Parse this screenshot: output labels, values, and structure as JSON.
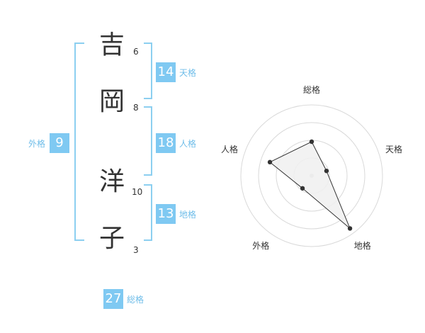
{
  "name_chars": [
    {
      "char": "吉",
      "strokes": "6"
    },
    {
      "char": "岡",
      "strokes": "8"
    },
    {
      "char": "洋",
      "strokes": "10"
    },
    {
      "char": "子",
      "strokes": "3"
    }
  ],
  "kaku": {
    "tenkaku": {
      "value": "14",
      "label": "天格"
    },
    "jinkaku": {
      "value": "18",
      "label": "人格"
    },
    "chikaku": {
      "value": "13",
      "label": "地格"
    },
    "gaikaku": {
      "value": "9",
      "label": "外格"
    },
    "soukaku": {
      "value": "27",
      "label": "総格"
    }
  },
  "colors": {
    "accent": "#7fc9f2",
    "bracket": "#8ccff0",
    "label": "#6fbde9",
    "text": "#333333",
    "grid": "#d9d9d9",
    "area_fill": "#f0f0f0"
  },
  "chart_data": {
    "type": "radar",
    "axes": [
      "総格",
      "天格",
      "地格",
      "外格",
      "人格"
    ],
    "values": [
      0.48,
      0.22,
      0.92,
      0.22,
      0.62
    ],
    "levels": 4,
    "range": [
      0,
      1
    ],
    "grid": true
  }
}
